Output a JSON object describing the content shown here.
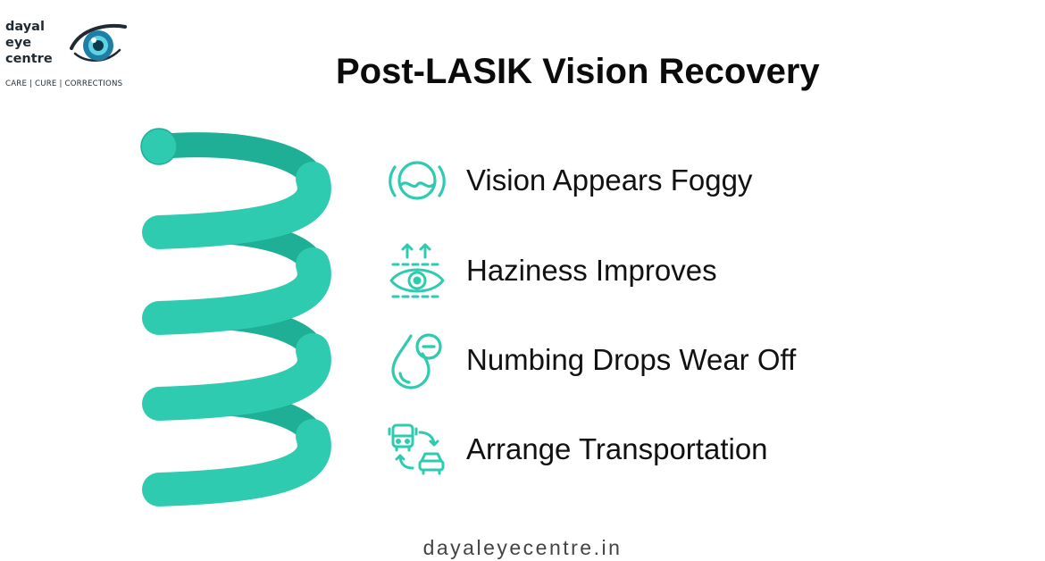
{
  "brand": {
    "name_lines": [
      "dayal",
      "eye",
      "centre"
    ],
    "tagline": "CARE | CURE | CORRECTIONS"
  },
  "title": "Post-LASIK Vision Recovery",
  "steps": [
    {
      "label": "Vision Appears Foggy",
      "icon": "foggy-vision-eye-icon"
    },
    {
      "label": "Haziness Improves",
      "icon": "eye-improving-arrows-icon"
    },
    {
      "label": "Numbing Drops Wear Off",
      "icon": "eye-drop-minus-icon"
    },
    {
      "label": "Arrange Transportation",
      "icon": "bus-car-transport-icon"
    }
  ],
  "footer": "dayaleyecentre.in",
  "colors": {
    "accent": "#2ecbb0",
    "accent_dark": "#1fae96",
    "text": "#111111",
    "logo_blue": "#1e7fa6"
  }
}
